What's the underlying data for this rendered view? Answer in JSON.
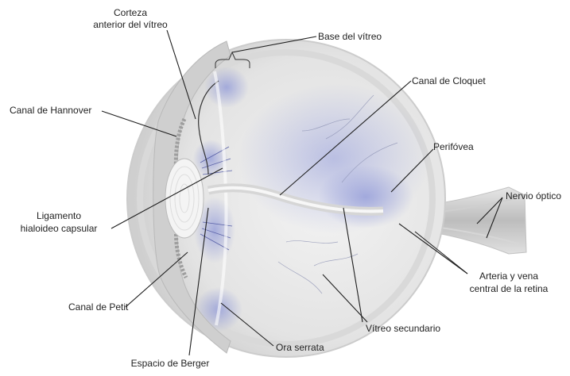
{
  "labels": {
    "corteza_line1": "Corteza",
    "corteza_line2": "anterior del vítreo",
    "base_vitreo": "Base del vítreo",
    "canal_cloquet": "Canal de Cloquet",
    "canal_hannover": "Canal de Hannover",
    "perifovea": "Perifóvea",
    "nervio_optico": "Nervio óptico",
    "ligamento_line1": "Ligamento",
    "ligamento_line2": "hialoideo capsular",
    "arteria_line1": "Arteria y vena",
    "arteria_line2": "central de la retina",
    "canal_petit": "Canal de Petit",
    "vitreo_secundario": "Vítreo secundario",
    "ora_serrata": "Ora serrata",
    "espacio_berger": "Espacio de Berger"
  },
  "colors": {
    "vitreous_tint": "#8f98d8",
    "tissue_light": "#e4e4e4",
    "tissue_mid": "#cfcfcf",
    "tissue_dark": "#b3b3b3",
    "vessel": "#8e93b4",
    "leader_line": "#1e1e1e"
  }
}
